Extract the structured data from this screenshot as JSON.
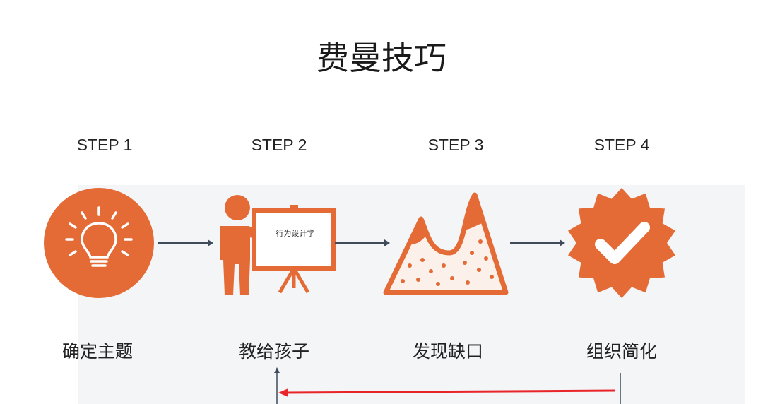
{
  "title": "费曼技巧",
  "steps": [
    {
      "label": "STEP 1",
      "name": "确定主题",
      "icon": "lightbulb-icon"
    },
    {
      "label": "STEP 2",
      "name": "教给孩子",
      "icon": "teacher-board-icon",
      "board_text": "行为设计学"
    },
    {
      "label": "STEP 3",
      "name": "发现缺口",
      "icon": "mountain-gap-icon"
    },
    {
      "label": "STEP 4",
      "name": "组织简化",
      "icon": "check-badge-icon"
    }
  ],
  "colors": {
    "accent": "#e46b35",
    "arrow": "#3f4a5a",
    "feedback_arrow": "#e8262a"
  }
}
